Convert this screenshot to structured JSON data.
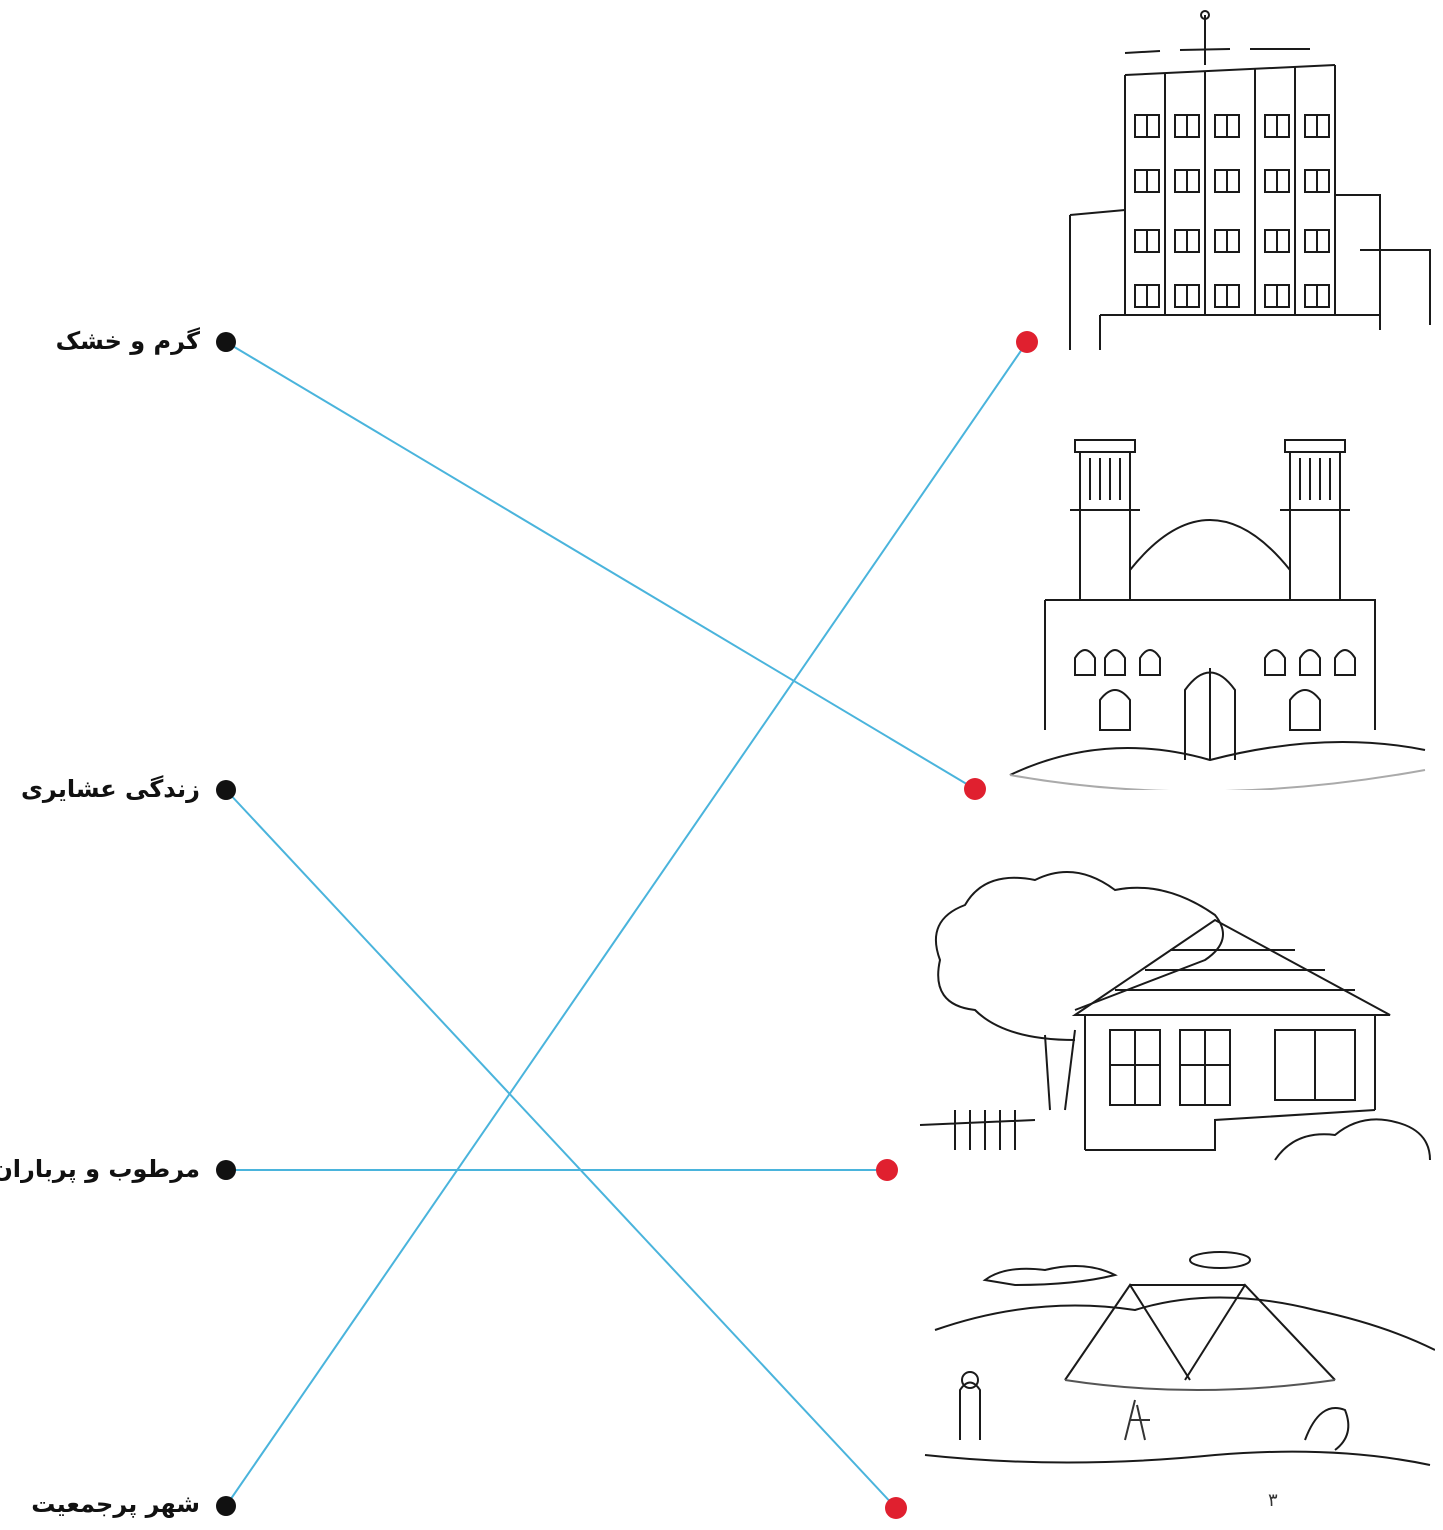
{
  "colors": {
    "connector": "#4ab4dc",
    "left_dot": "#111111",
    "right_dot": "#e0202f",
    "ink": "#1a1a1a"
  },
  "left_items": [
    {
      "label": "گرم و خشک"
    },
    {
      "label": "زندگی عشایری"
    },
    {
      "label": "مرطوب و پرباران"
    },
    {
      "label": "شهر پرجمعیت"
    }
  ],
  "right_items": [
    {
      "icon": "apartment-building-icon"
    },
    {
      "icon": "windcatcher-building-icon"
    },
    {
      "icon": "village-house-icon"
    },
    {
      "icon": "nomad-tent-icon"
    }
  ],
  "connections": [
    {
      "from": 0,
      "to": 1
    },
    {
      "from": 1,
      "to": 3
    },
    {
      "from": 2,
      "to": 2
    },
    {
      "from": 3,
      "to": 0
    }
  ],
  "image_caption": "۳"
}
